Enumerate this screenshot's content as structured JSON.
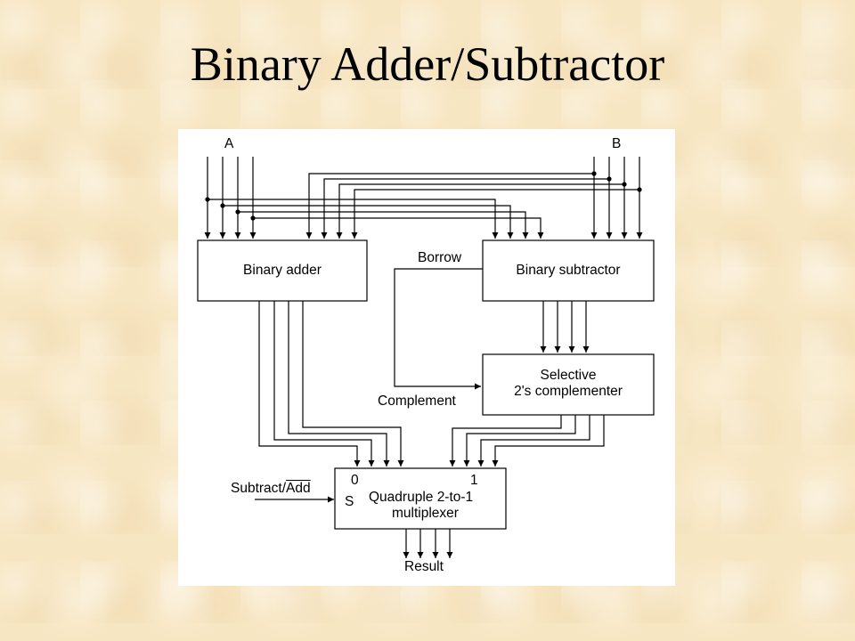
{
  "slide": {
    "title": "Binary Adder/Subtractor"
  },
  "diagram": {
    "inputs": {
      "a": "A",
      "b": "B"
    },
    "adder": {
      "label": "Binary adder"
    },
    "subtractor": {
      "label": "Binary subtractor"
    },
    "complementer": {
      "line1": "Selective",
      "line2": "2's complementer"
    },
    "mux": {
      "select": "S",
      "input0": "0",
      "input1": "1",
      "line1": "Quadruple 2-to-1",
      "line2": "multiplexer"
    },
    "signals": {
      "borrow": "Borrow",
      "complement": "Complement",
      "subtract_prefix": "Subtract/",
      "subtract_overlined": "Add",
      "result": "Result"
    },
    "colors": {
      "background": "#f7e6c2",
      "panel": "#ffffff",
      "lines": "#000000"
    }
  }
}
